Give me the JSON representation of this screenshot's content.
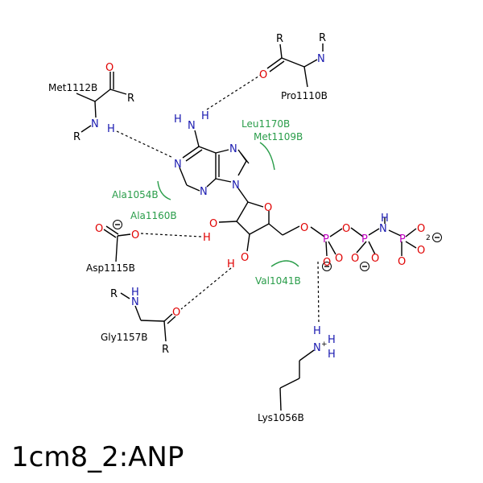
{
  "caption": "1cm8_2:ANP",
  "residues": {
    "met": "Met1112B",
    "pro": "Pro1110B",
    "leu": "Leu1170B",
    "met1109": "Met1109B",
    "ala1054": "Ala1054B",
    "ala1160": "Ala1160B",
    "asp": "Asp1115B",
    "val": "Val1041B",
    "gly": "Gly1157B",
    "lys": "Lys1056B"
  },
  "atoms": {
    "R": "R",
    "O": "O",
    "N": "N",
    "H": "H",
    "P": "P",
    "two": "2",
    "plus": "+"
  },
  "colors": {
    "nitrogen": "#1a1ab0",
    "oxygen": "#e00000",
    "phosphorus": "#c000c0",
    "hydrophobic": "#2a9d4a"
  }
}
